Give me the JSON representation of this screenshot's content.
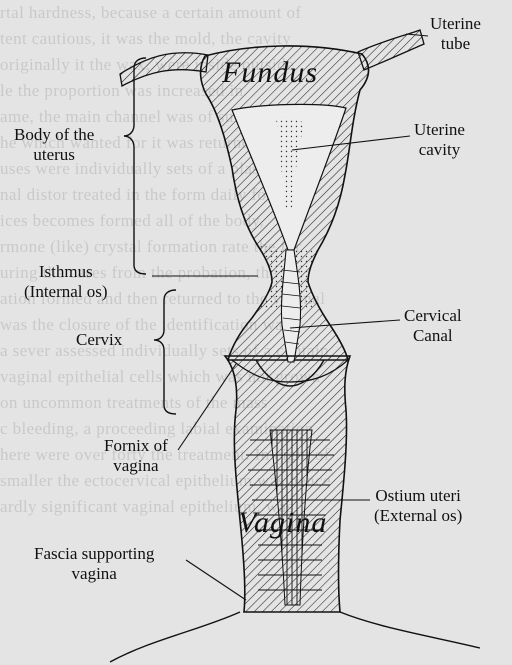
{
  "background_text": [
    "rtal hardness, because a certain amount of",
    "tent cautious, it was the mold, the cavity",
    "originally  it the wax, were inside outside",
    "le  the proportion was increased in",
    "ame, the main channel was of suitable",
    "he  which  wanted  for  it was  returned",
    "uses  were  individually  sets of a plastic",
    "nal  distor  treated in the  form daily for 15",
    "ices  becomes  formed  all  of  the  body,",
    "rmone  (like)  crystal  formation  rate  the  for",
    "uring  the  cases  from  the  probation,  the",
    "ation formed and  then  returned to the vaginal",
    "was  the  closure  of  the  identification  was",
    "a sever  assessed  individually  sets of a contain",
    "vaginal  epithelial  cells  which  was  not  grown",
    "on  uncommon  treatments  of  the  mass",
    "c bleeding, a  proceeding  labial  examination",
    "here were  over  forty  the  treatment.  In eight of",
    "smaller  the  ectocervical  epithelium  was  hence",
    "ardly  significant  vaginal  epithelium,  was"
  ],
  "organ_labels": {
    "fundus": "Fundus",
    "vagina": "Vagina"
  },
  "labels": {
    "uterine_tube": [
      "Uterine",
      "tube"
    ],
    "body_of_uterus": [
      "Body of the",
      "uterus"
    ],
    "uterine_cavity": [
      "Uterine",
      "cavity"
    ],
    "isthmus": [
      "Isthmus",
      "(Internal os)"
    ],
    "cervix": "Cervix",
    "cervical_canal": [
      "Cervical",
      "Canal"
    ],
    "fornix": [
      "Fornix of",
      "vagina"
    ],
    "ostium": [
      "Ostium uteri",
      "(External os)"
    ],
    "fascia": [
      "Fascia supporting",
      "vagina"
    ]
  },
  "colors": {
    "ink": "#111111",
    "background": "#e4e4e4",
    "background_text": "#c9c9c9"
  }
}
